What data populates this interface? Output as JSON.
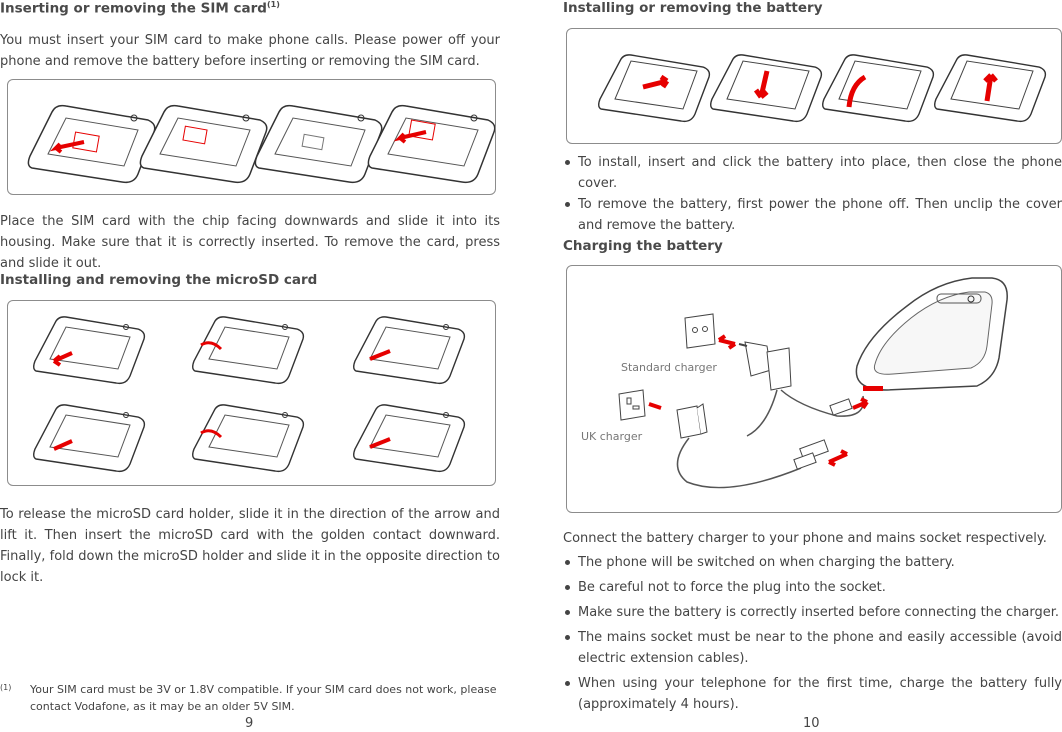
{
  "left_page": {
    "sim": {
      "heading": "Inserting or removing the SIM card",
      "heading_note": "(1)",
      "intro": "You must insert your SIM card to make phone calls. Please power off your phone and remove the battery before inserting or removing the SIM card.",
      "after": "Place the SIM card with the chip facing downwards and slide it into its housing. Make sure that it is correctly inserted. To remove the card, press and slide it out."
    },
    "microsd": {
      "heading": "Installing and removing the microSD card",
      "after": "To release the microSD card holder, slide it in the direction of the arrow and lift it. Then insert the microSD card with the golden contact downward. Finally, fold down the microSD holder and slide it in the opposite direction to lock it."
    },
    "footnote": {
      "mark": "(1)",
      "text": "Your SIM card must be 3V or 1.8V compatible. If your SIM card does not work, please contact Vodafone, as it may be an older 5V SIM."
    },
    "page_number": "9"
  },
  "right_page": {
    "battery": {
      "heading": "Installing or removing the battery",
      "bullets": [
        "To install, insert and click the battery into place, then close the phone cover.",
        "To remove the battery, first power the phone off. Then unclip the cover and remove the battery."
      ]
    },
    "charging": {
      "heading": "Charging the battery",
      "standard_charger_label": "Standard charger",
      "uk_charger_label": "UK charger",
      "intro": "Connect the battery charger to your phone and mains socket respectively.",
      "bullets": [
        "The phone will be switched on when charging the battery.",
        "Be careful not to force the plug into the socket.",
        "Make sure the battery is correctly inserted before connecting the charger.",
        "The mains socket must be near to the phone and easily accessible (avoid electric extension cables).",
        "When using your telephone for the first time, charge the battery fully (approximately 4 hours)."
      ]
    },
    "page_number": "10"
  },
  "colors": {
    "accent_red": "#e60000",
    "outline": "#333333",
    "frame": "#8c8c8c"
  },
  "icons": [
    "phone-back-illustration",
    "arrow-icon",
    "wall-socket-icon",
    "charger-plug-icon",
    "usb-cable-icon"
  ]
}
